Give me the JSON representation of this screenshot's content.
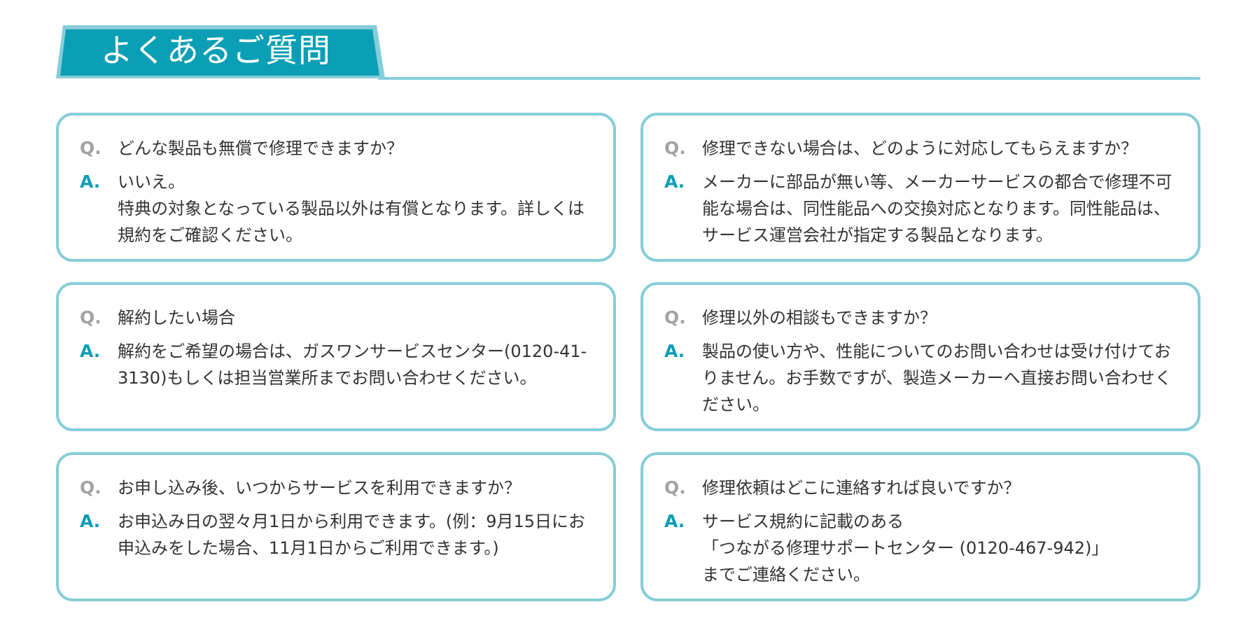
{
  "header": {
    "title": "よくあるご質問"
  },
  "colors": {
    "accent": "#0a9fb5",
    "border": "#86cdd9",
    "q_mark": "#a3a3a3",
    "a_mark": "#0f9db5"
  },
  "labels": {
    "q": "Q.",
    "a": "A."
  },
  "faqs": [
    {
      "question": "どんな製品も無償で修理できますか？",
      "answer": "いいえ。\n特典の対象となっている製品以外は有償となります。詳しくは規約をご確認ください。"
    },
    {
      "question": "修理できない場合は、どのように対応してもらえますか？",
      "answer": "メーカーに部品が無い等、メーカーサービスの都合で修理不可能な場合は、同性能品への交換対応となります。同性能品は、サービス運営会社が指定する製品となります。"
    },
    {
      "question": "解約したい場合",
      "answer": "解約をご希望の場合は、ガスワンサービスセンター(0120-41-3130)もしくは担当営業所までお問い合わせください。"
    },
    {
      "question": "修理以外の相談もできますか？",
      "answer": "製品の使い方や、性能についてのお問い合わせは受け付けておりません。お手数ですが、製造メーカーへ直接お問い合わせください。"
    },
    {
      "question": "お申し込み後、いつからサービスを利用できますか？",
      "answer": "お申込み日の翌々月1日から利用できます。(例：9月15日にお申込みをした場合、11月1日からご利用できます。)"
    },
    {
      "question": "修理依頼はどこに連絡すれば良いですか？",
      "answer": "サービス規約に記載のある\n「つながる修理サポートセンター (0120-467-942)」\nまでご連絡ください。"
    }
  ]
}
